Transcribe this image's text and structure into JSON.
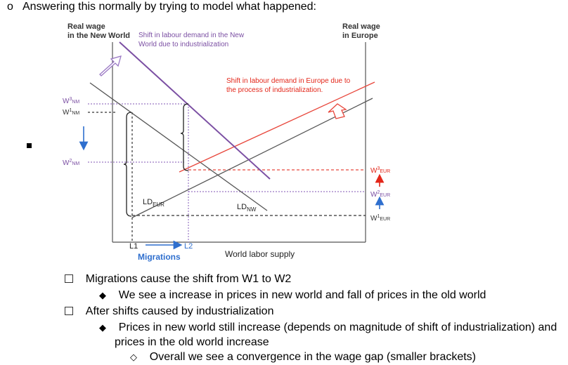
{
  "heading": {
    "marker": "o",
    "text": "Answering this normally by trying to model what happened:"
  },
  "diagram": {
    "left_axis_label": [
      "Real wage",
      "in the New World"
    ],
    "right_axis_label": [
      "Real wage",
      "in Europe"
    ],
    "shift_nw_label": [
      "Shift in labour demand in the New",
      "World due to industrialization"
    ],
    "shift_eu_label": [
      "Shift in labour demand in Europe due to",
      "the process of industrialization."
    ],
    "w3_nm": {
      "base": "W",
      "sup": "3",
      "sub": "NM"
    },
    "w1_nm": {
      "base": "W",
      "sup": "1",
      "sub": "NM"
    },
    "w2_nm": {
      "base": "W",
      "sup": "2",
      "sub": "NM"
    },
    "w3_eur": {
      "base": "W",
      "sup": "3",
      "sub": "EUR"
    },
    "w2_eur": {
      "base": "W",
      "sup": "2",
      "sub": "EUR"
    },
    "w1_eur": {
      "base": "W",
      "sup": "1",
      "sub": "EUR"
    },
    "ld_eur": {
      "base": "LD",
      "sub": "EUR"
    },
    "ld_nw": {
      "base": "LD",
      "sub": "NW"
    },
    "l1": "L1",
    "l2": "L2",
    "migrations": "Migrations",
    "world_labor_supply": "World labor supply",
    "colors": {
      "purple": "#7b4fa3",
      "red": "#e8473c",
      "blue": "#2f6fce",
      "gray": "#555555",
      "label_red": "#e32619"
    }
  },
  "notes": [
    {
      "level": 1,
      "marker": "box",
      "text": "Migrations cause the shift from W1 to W2"
    },
    {
      "level": 2,
      "marker": "diamond",
      "text": "We see a increase in prices in new world and fall of prices in the old world"
    },
    {
      "level": 1,
      "marker": "box",
      "text": "After shifts caused by industrialization"
    },
    {
      "level": 2,
      "marker": "diamond",
      "text": "Prices in new world still increase (depends on magnitude of shift of industrialization) and"
    },
    {
      "level": 2,
      "marker": "none",
      "text": "prices in the old world increase"
    },
    {
      "level": 3,
      "marker": "hollow-diamond",
      "text": "Overall we see a convergence in the wage gap (smaller brackets)"
    }
  ]
}
